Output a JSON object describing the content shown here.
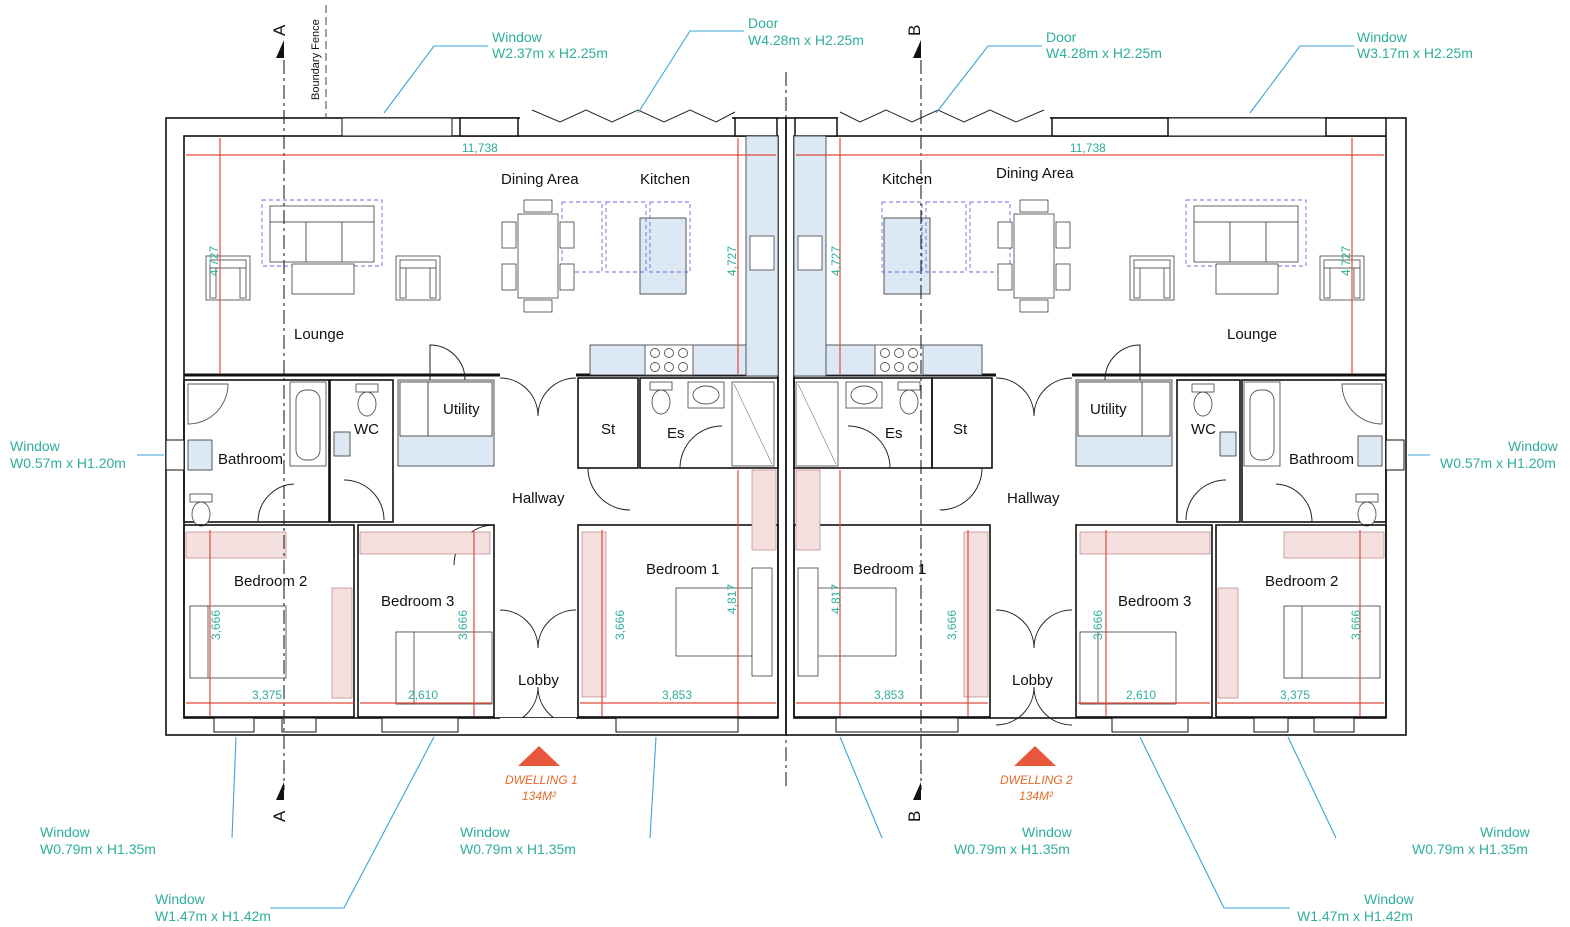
{
  "boundary_label": "Boundary Fence",
  "section_markers": {
    "a": "A",
    "b": "B"
  },
  "dwellings": [
    {
      "name": "DWELLING 1",
      "area": "134M²"
    },
    {
      "name": "DWELLING 2",
      "area": "134M²"
    }
  ],
  "rooms": {
    "d1": {
      "lounge": "Lounge",
      "dining": "Dining Area",
      "kitchen": "Kitchen",
      "bathroom": "Bathroom",
      "wc": "WC",
      "utility": "Utility",
      "st": "St",
      "es": "Es",
      "hallway": "Hallway",
      "bed1": "Bedroom 1",
      "bed2": "Bedroom 2",
      "bed3": "Bedroom 3",
      "lobby": "Lobby"
    },
    "d2": {
      "lounge": "Lounge",
      "dining": "Dining Area",
      "kitchen": "Kitchen",
      "bathroom": "Bathroom",
      "wc": "WC",
      "utility": "Utility",
      "st": "St",
      "es": "Es",
      "hallway": "Hallway",
      "bed1": "Bedroom 1",
      "bed2": "Bedroom 2",
      "bed3": "Bedroom 3",
      "lobby": "Lobby"
    }
  },
  "dimensions": {
    "d1": {
      "width_top": "11,738",
      "lounge_h": "4,727",
      "kitchen_h": "4,727",
      "bed2_h": "3,666",
      "bed3_h": "3,666",
      "bed1_h": "3,666",
      "bed1_h2": "4,817",
      "bed2_w": "3,375",
      "bed3_w": "2,610",
      "bed1_w": "3,853"
    },
    "d2": {
      "width_top": "11,738",
      "lounge_h": "4,727",
      "kitchen_h": "4,727",
      "bed2_h": "3,666",
      "bed3_h": "3,666",
      "bed1_h": "3,666",
      "bed1_h2": "4,817",
      "bed2_w": "3,375",
      "bed3_w": "2,610",
      "bed1_w": "3,853"
    }
  },
  "callouts": {
    "win_top_left": {
      "title": "Window",
      "size": "W2.37m x H2.25m"
    },
    "door_top_left": {
      "title": "Door",
      "size": "W4.28m x H2.25m"
    },
    "door_top_right": {
      "title": "Door",
      "size": "W4.28m x H2.25m"
    },
    "win_top_right": {
      "title": "Window",
      "size": "W3.17m x H2.25m"
    },
    "win_side_left": {
      "title": "Window",
      "size": "W0.57m x H1.20m"
    },
    "win_side_right": {
      "title": "Window",
      "size": "W0.57m x H1.20m"
    },
    "win_bot_1": {
      "title": "Window",
      "size": "W0.79m x H1.35m"
    },
    "win_bot_2": {
      "title": "Window",
      "size": "W1.47m x H1.42m"
    },
    "win_bot_3": {
      "title": "Window",
      "size": "W0.79m x H1.35m"
    },
    "win_bot_4": {
      "title": "Window",
      "size": "W0.79m x H1.35m"
    },
    "win_bot_5": {
      "title": "Window",
      "size": "W1.47m x H1.42m"
    },
    "win_bot_6": {
      "title": "Window",
      "size": "W0.79m x H1.35m"
    }
  },
  "colors": {
    "dimension_line": "#e04a3a",
    "dimension_text": "#2fae9b",
    "leader": "#3ba3d8",
    "dwelling_label": "#e56a2a",
    "fixture_fill": "#dde8f5",
    "wardrobe_fill": "#f3e0df"
  }
}
